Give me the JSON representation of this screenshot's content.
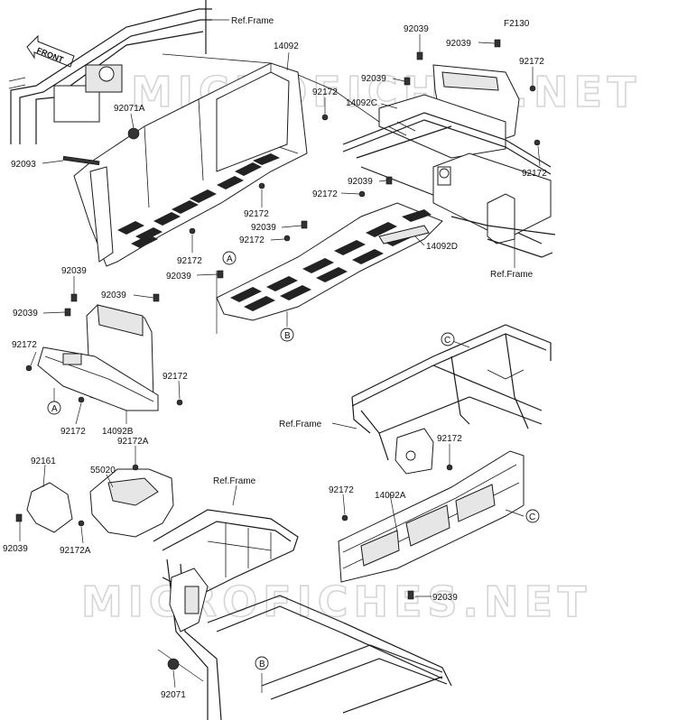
{
  "watermarks": [
    "MICROFICHES.NET",
    "MICROFICHES.NET"
  ],
  "front_arrow": {
    "label": "FRONT"
  },
  "part_labels": [
    {
      "id": "ref-frame-top",
      "text": "Ref.Frame"
    },
    {
      "id": "p14092",
      "text": "14092"
    },
    {
      "id": "p92039-a",
      "text": "92039"
    },
    {
      "id": "pF2130",
      "text": "F2130"
    },
    {
      "id": "p92039-b",
      "text": "92039"
    },
    {
      "id": "p92172-a",
      "text": "92172"
    },
    {
      "id": "p92039-c",
      "text": "92039"
    },
    {
      "id": "p92172-b",
      "text": "92172"
    },
    {
      "id": "p14092C",
      "text": "14092C"
    },
    {
      "id": "p92071A",
      "text": "92071A"
    },
    {
      "id": "p92093",
      "text": "92093"
    },
    {
      "id": "p92172-c",
      "text": "92172"
    },
    {
      "id": "p92039-d",
      "text": "92039"
    },
    {
      "id": "p92172-d",
      "text": "92172"
    },
    {
      "id": "p92172-e",
      "text": "92172"
    },
    {
      "id": "p92039-e",
      "text": "92039"
    },
    {
      "id": "p92172-f",
      "text": "92172"
    },
    {
      "id": "p14092D",
      "text": "14092D"
    },
    {
      "id": "p92172-g",
      "text": "92172"
    },
    {
      "id": "p92039-f",
      "text": "92039"
    },
    {
      "id": "ref-frame-right",
      "text": "Ref.Frame"
    },
    {
      "id": "p92039-g",
      "text": "92039"
    },
    {
      "id": "p92039-h",
      "text": "92039"
    },
    {
      "id": "p92039-i",
      "text": "92039"
    },
    {
      "id": "p92172-h",
      "text": "92172"
    },
    {
      "id": "p92172-i",
      "text": "92172"
    },
    {
      "id": "p92172-j",
      "text": "92172"
    },
    {
      "id": "p14092B",
      "text": "14092B"
    },
    {
      "id": "p92172A-a",
      "text": "92172A"
    },
    {
      "id": "p92161",
      "text": "92161"
    },
    {
      "id": "p55020",
      "text": "55020"
    },
    {
      "id": "ref-frame-mid",
      "text": "Ref.Frame"
    },
    {
      "id": "ref-frame-c",
      "text": "Ref.Frame"
    },
    {
      "id": "p92172-k",
      "text": "92172"
    },
    {
      "id": "p92172-l",
      "text": "92172"
    },
    {
      "id": "p14092A",
      "text": "14092A"
    },
    {
      "id": "p92039-j",
      "text": "92039"
    },
    {
      "id": "p92172A-b",
      "text": "92172A"
    },
    {
      "id": "p92039-k",
      "text": "92039"
    },
    {
      "id": "p92071",
      "text": "92071"
    }
  ],
  "callouts": [
    {
      "id": "callout-a1",
      "text": "A"
    },
    {
      "id": "callout-b1",
      "text": "B"
    },
    {
      "id": "callout-a2",
      "text": "A"
    },
    {
      "id": "callout-c1",
      "text": "C"
    },
    {
      "id": "callout-c2",
      "text": "C"
    },
    {
      "id": "callout-b2",
      "text": "B"
    }
  ]
}
